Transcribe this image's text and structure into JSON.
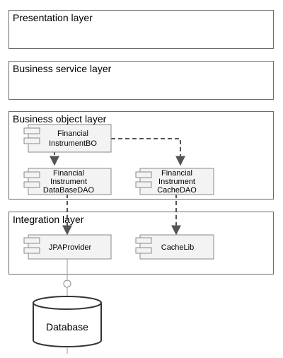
{
  "layers": {
    "presentation": "Presentation layer",
    "business_service": "Business service layer",
    "business_object": "Business object layer",
    "integration": "Integration layer"
  },
  "components": {
    "financial_instrument_bo": [
      "Financial",
      "InstrumentBO"
    ],
    "database_dao": [
      "Financial",
      "Instrument",
      "DataBaseDAO"
    ],
    "cache_dao": [
      "Financial",
      "Instrument",
      "CacheDAO"
    ],
    "jpa_provider": [
      "JPAProvider"
    ],
    "cache_lib": [
      "CacheLib"
    ]
  },
  "database": {
    "label": "Database"
  },
  "colors": {
    "box_fill": "#f3f3f3",
    "box_border": "#8a8a8a",
    "dependency_line": "#555555",
    "layer_border": "#6b6b6b"
  }
}
